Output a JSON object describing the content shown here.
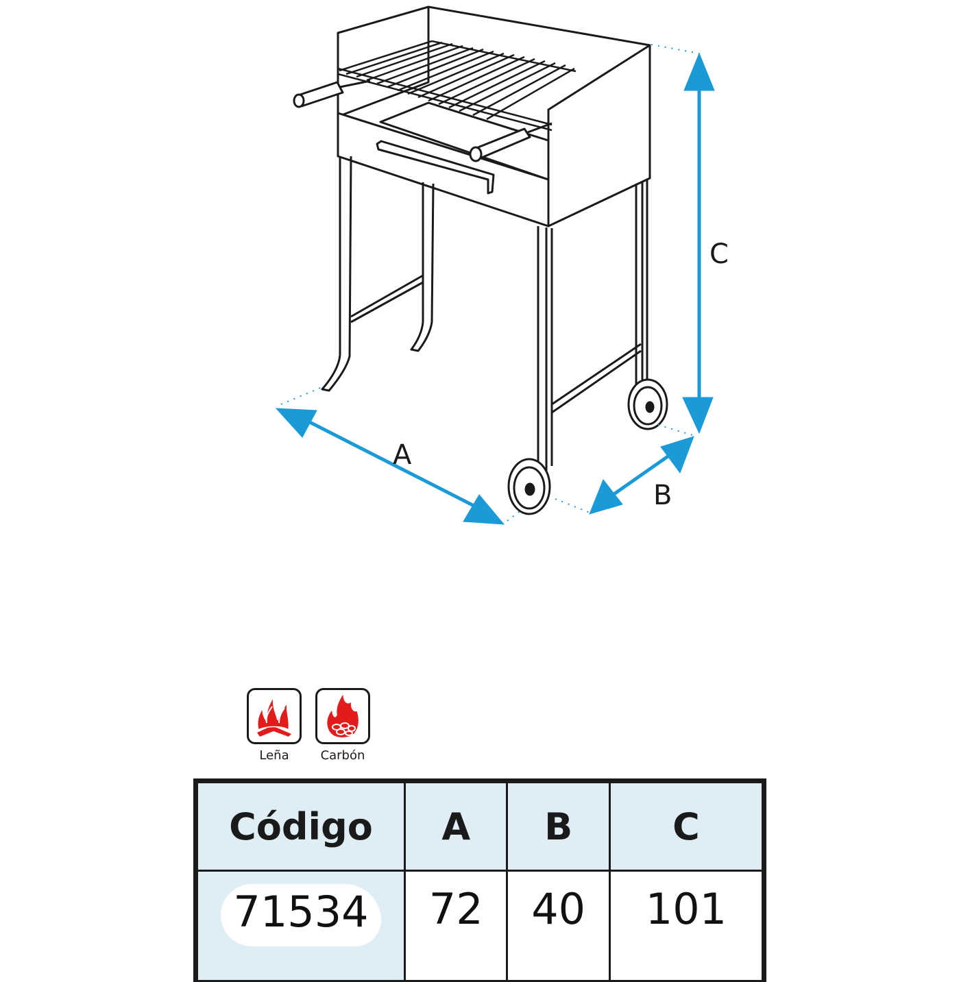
{
  "diagram": {
    "subject": "charcoal-barbecue-on-stand-with-wheels",
    "dimension_labels": {
      "a": "A",
      "b": "B",
      "c": "C"
    },
    "arrow_color": "#1a9ad6",
    "line_color": "#1a1a1a"
  },
  "fuel_icons": [
    {
      "label": "Leña",
      "icon": "wood-fire-icon",
      "color": "#e21b1b"
    },
    {
      "label": "Carbón",
      "icon": "charcoal-fire-icon",
      "color": "#e21b1b"
    }
  ],
  "spec_table": {
    "header_bg": "#dfeef4",
    "columns": [
      "Código",
      "A",
      "B",
      "C"
    ],
    "rows": [
      {
        "codigo": "71534",
        "a": "72",
        "b": "40",
        "c": "101"
      }
    ]
  }
}
